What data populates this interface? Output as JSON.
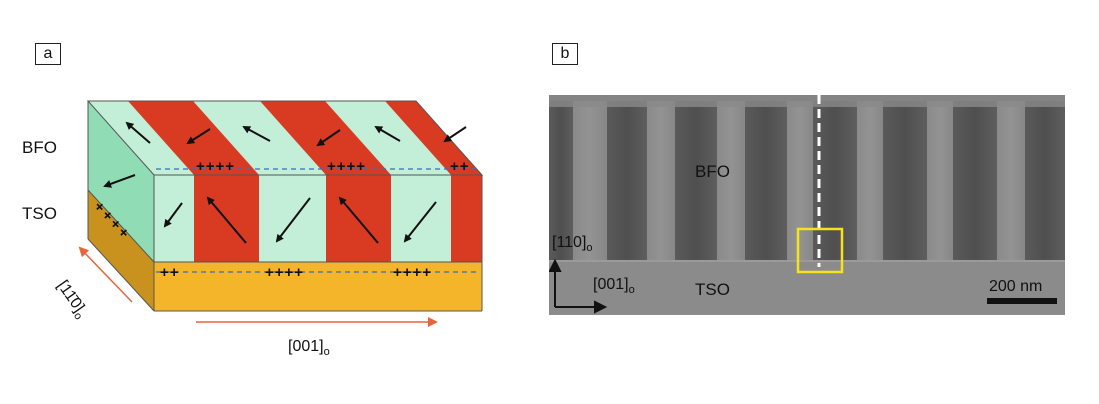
{
  "panel_a": {
    "label": "a",
    "layer_top": "BFO",
    "layer_bottom": "TSO",
    "axis_depth": "[11̄0]",
    "axis_depth_sub": "o",
    "axis_horizontal": "[001]",
    "axis_horizontal_sub": "o",
    "charge_top_groups": [
      "++++",
      "++++",
      "++"
    ],
    "charge_bottom_groups": [
      "++",
      "++++",
      "++++"
    ],
    "charge_side": "++++"
  },
  "panel_b": {
    "label": "b",
    "layer_top": "BFO",
    "layer_bottom": "TSO",
    "axis_vertical": "[110]",
    "axis_vertical_sub": "o",
    "axis_horizontal": "[001]",
    "axis_horizontal_sub": "o",
    "scale_bar": "200 nm"
  },
  "colors": {
    "domain_red": "#d83a22",
    "domain_green": "#c3eed8",
    "domain_green_side": "#8fdcb5",
    "substrate_top": "#f5b52a",
    "substrate_side": "#c9921e",
    "axis_arrow": "#e8643a",
    "highlight_box": "#f5e21a"
  }
}
